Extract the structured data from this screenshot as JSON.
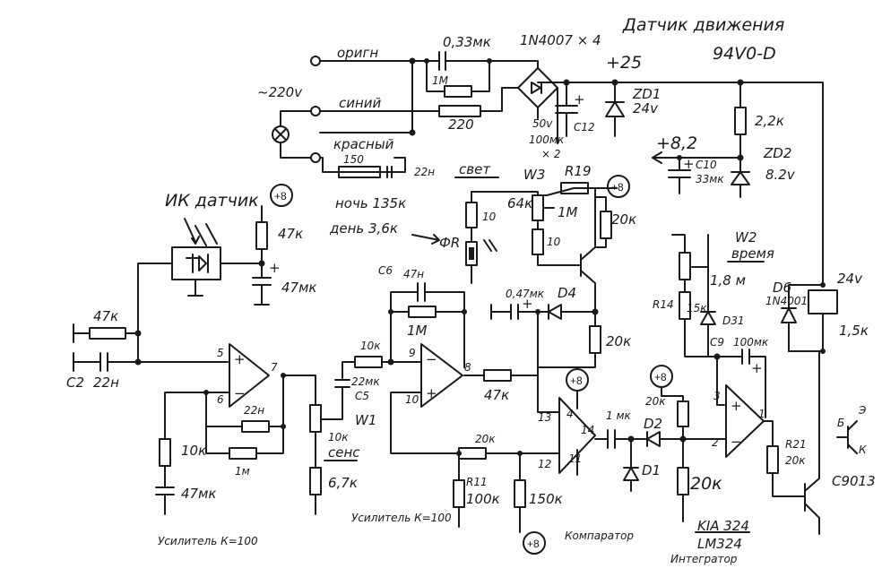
{
  "title": "Датчик движения",
  "code": "94V0-D",
  "mains": {
    "voltage": "~220v",
    "wire_orange": "оригн",
    "wire_blue": "синий",
    "wire_red": "красный",
    "c_top": "0,33мк",
    "r_1m": "1М",
    "r_220": "220",
    "r_150": "150",
    "c_22n": "22н",
    "bridge": "1N4007 × 4"
  },
  "power": {
    "v25": "+25",
    "c12_v": "50v",
    "c12_c": "100мк",
    "c12_x": "× 2",
    "c12_name": "C12",
    "zd1": "ZD1",
    "zd1_v": "24v",
    "r_2k2": "2,2к",
    "v82": "+8,2",
    "c10_name": "C10",
    "c10_c": "33мк",
    "zd2": "ZD2",
    "zd2_v": "8.2v"
  },
  "sensor": {
    "label": "ИК датчик",
    "p8": "+8",
    "r47k_top": "47к",
    "c47mk": "47мк",
    "r47k_left": "47к",
    "c2": "C2",
    "c2v": "22н",
    "r10k": "10к",
    "c47mk_b": "47мк",
    "pin5": "5",
    "pin6": "6",
    "pin7": "7",
    "c22n": "22н",
    "r1m": "1м"
  },
  "light": {
    "svet": "свет",
    "noch": "ночь 135к",
    "den": "день 3,6к",
    "fr": "ФR",
    "w3": "W3",
    "w3_val": "64к",
    "r19": "R19",
    "r1m": "1М",
    "r10_a": "10",
    "r10_b": "10",
    "r20k": "20к",
    "p8": "+8"
  },
  "amp2": {
    "c6": "C6",
    "c6v": "47н",
    "r1m": "1М",
    "r10k": "10к",
    "c5": "C5",
    "c5v": "22мк",
    "w1": "W1",
    "w1v": "10к",
    "sens": "сенс",
    "r6k7": "6,7к",
    "pin9": "9",
    "pin10": "10",
    "pin8": "8",
    "r47k": "47к",
    "c047": "0,47мк",
    "d4": "D4",
    "r20k": "20к"
  },
  "comp": {
    "p8": "+8",
    "pin13": "13",
    "pin12": "12",
    "pin14": "14",
    "pin4": "4",
    "pin11": "11",
    "r20k": "20к",
    "r11": "R11",
    "r100k": "100к",
    "r150k": "150к",
    "p8b": "+8",
    "c1mk": "1 мк",
    "d2": "D2",
    "d1": "D1",
    "p8c": "+8",
    "r20k_b": "20к",
    "r20k_c": "20к"
  },
  "integ": {
    "w2": "W2",
    "vremya": "время",
    "r1m8": "1,8 м",
    "r14": "R14",
    "r15k": "15к",
    "d31": "D31",
    "c9": "C9",
    "c9v": "100мк",
    "pin3": "3",
    "pin2": "2",
    "pin1": "1",
    "r21": "R21",
    "r21v": "20к",
    "d6": "D6",
    "d6v": "1N4001",
    "relay_v": "24v",
    "relay_r": "1,5к",
    "chip1": "KIA 324",
    "chip2": "LM324",
    "tr": "C9013",
    "b": "Б",
    "e": "Э",
    "k": "К"
  },
  "captions": {
    "amp1": "Усилитель К=100",
    "amp2": "Усилитель К=100",
    "comp": "Компаратор",
    "integ": "Интегратор"
  }
}
